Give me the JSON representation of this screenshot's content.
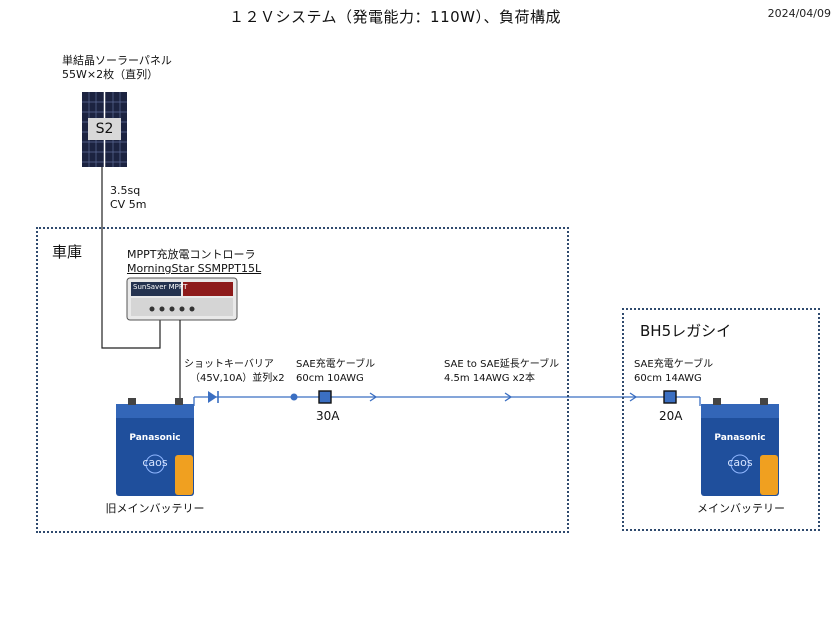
{
  "title": "１２Ｖシステム（発電能力：110W）、負荷構成",
  "date": "2024/04/09",
  "solar_panel": {
    "label_line1": "単結晶ソーラーパネル",
    "label_line2": "55W×2枚（直列）",
    "tag": "S2"
  },
  "solar_cable": {
    "line1": "3.5sq",
    "line2": "CV 5m"
  },
  "garage": {
    "name": "車庫"
  },
  "legacy": {
    "name": "BH5レガシイ"
  },
  "controller": {
    "line1": "MPPT充放電コントローラ",
    "line2": "MorningStar SSMPPT15L",
    "brand": "SunSaver MPPT"
  },
  "diode": {
    "line1": "ショットキーバリア",
    "line2": "（45V,10A）並列x2"
  },
  "sae_cable_1": {
    "line1": "SAE充電ケーブル",
    "line2": "60cm 10AWG",
    "fuse": "30A"
  },
  "sae_extension": {
    "line1": "SAE to SAE延長ケーブル",
    "line2": "4.5m 14AWG  x2本"
  },
  "sae_cable_2": {
    "line1": "SAE充電ケーブル",
    "line2": "60cm 14AWG",
    "fuse": "20A"
  },
  "battery_old": {
    "brand": "Panasonic",
    "model": "caos",
    "caption": "旧メインバッテリー"
  },
  "battery_main": {
    "brand": "Panasonic",
    "model": "caos",
    "caption": "メインバッテリー"
  },
  "colors": {
    "wire": "#3b6fc2",
    "frame": "#2f4a6e",
    "battery": "#1f4f9c"
  }
}
